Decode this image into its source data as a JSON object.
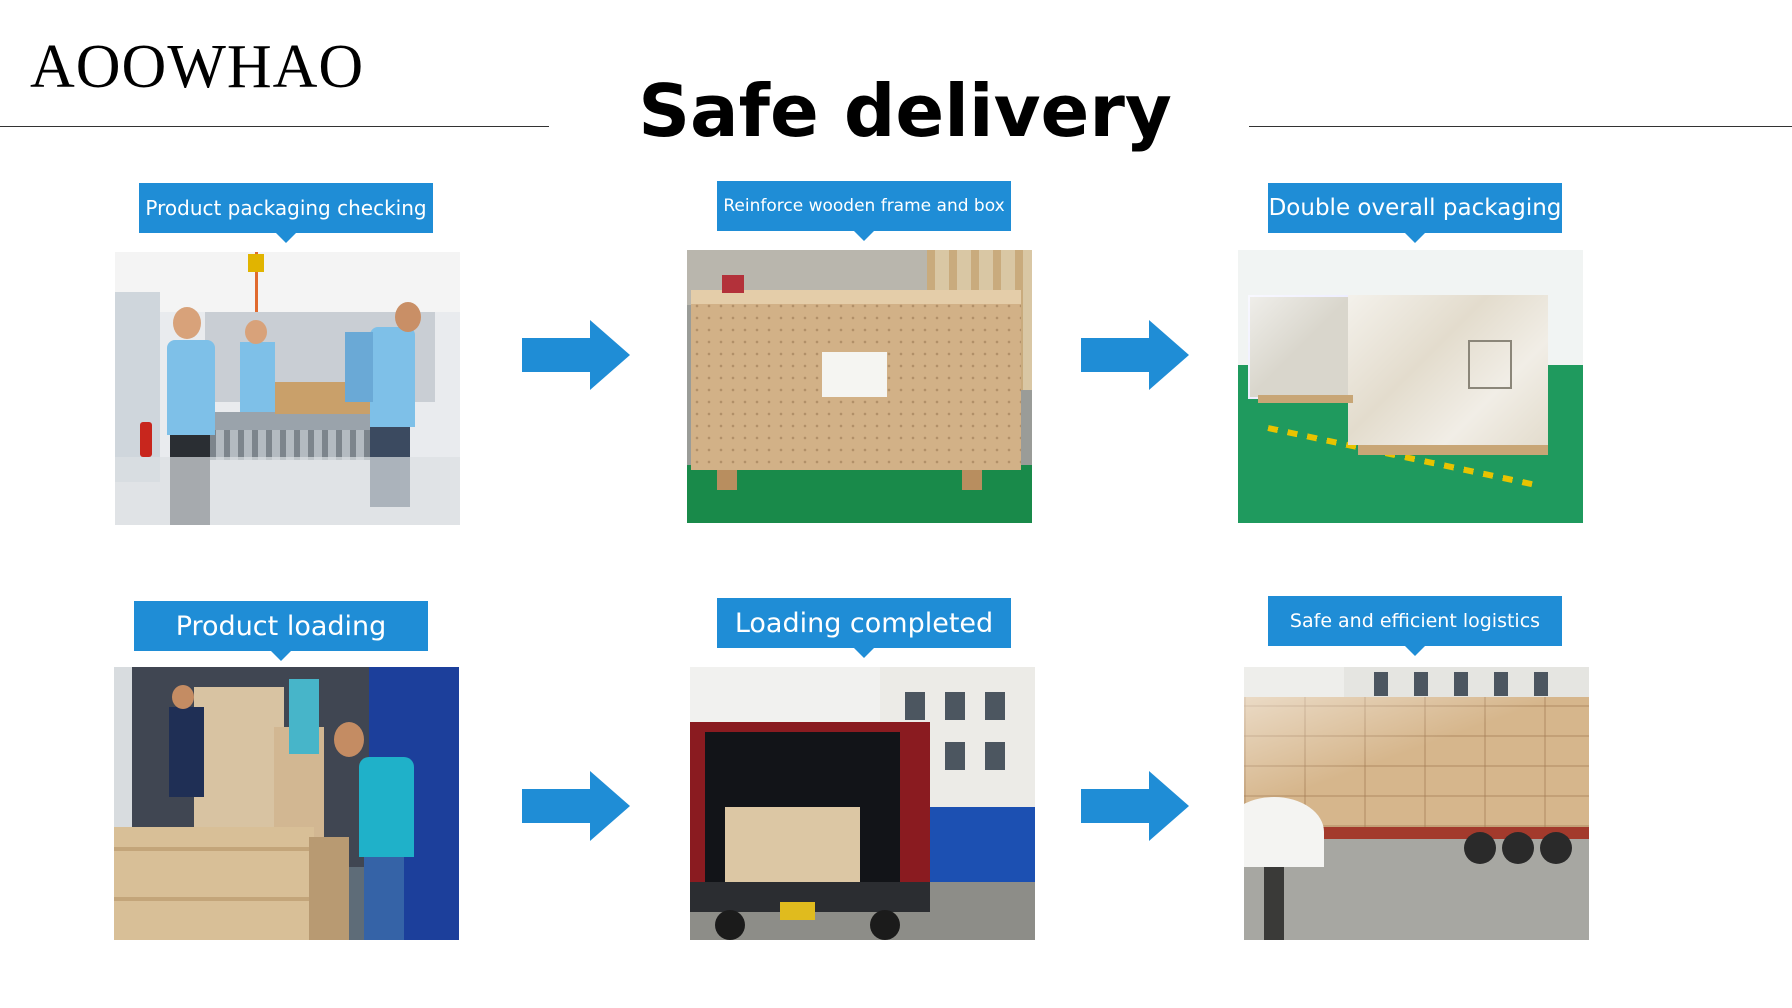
{
  "brand": "AOOWHAO",
  "title": "Safe delivery",
  "colors": {
    "accent": "#1f8dd6",
    "text": "#000000",
    "background": "#ffffff"
  },
  "steps": [
    {
      "label": "Product packaging checking"
    },
    {
      "label": "Reinforce wooden frame and box"
    },
    {
      "label": "Double overall packaging"
    },
    {
      "label": "Product loading"
    },
    {
      "label": "Loading completed"
    },
    {
      "label": "Safe and efficient logistics"
    }
  ],
  "arrows": [
    {
      "icon": "right-arrow-icon"
    },
    {
      "icon": "right-arrow-icon"
    },
    {
      "icon": "right-arrow-icon"
    },
    {
      "icon": "right-arrow-icon"
    }
  ]
}
